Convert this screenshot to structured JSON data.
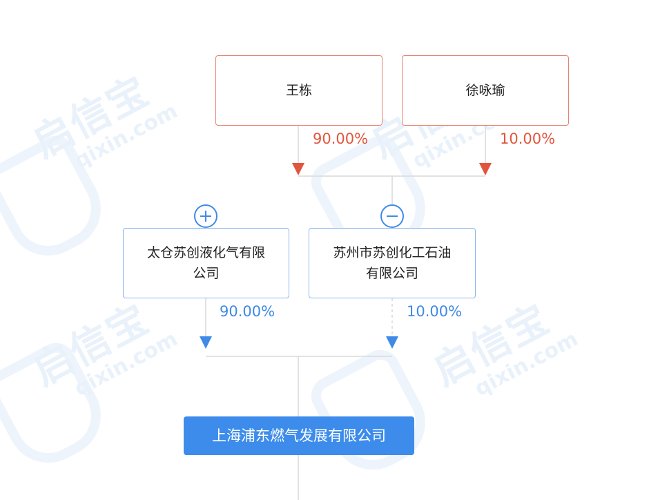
{
  "watermark": {
    "brand_cn": "启信宝",
    "brand_en": "qixin.com"
  },
  "shareholders": [
    {
      "name": "王栋",
      "percent": "90.00%"
    },
    {
      "name": "徐咏瑜",
      "percent": "10.00%"
    }
  ],
  "intermediate_companies": [
    {
      "name_line1": "太仓苏创液化气有限",
      "name_line2": "公司",
      "percent": "90.00%",
      "toggle": "expand"
    },
    {
      "name_line1": "苏州市苏创化工石油",
      "name_line2": "有限公司",
      "percent": "10.00%",
      "toggle": "collapse"
    }
  ],
  "target_company": {
    "name": "上海浦东燃气发展有限公司"
  },
  "icons": {
    "expand": "plus-circle-icon",
    "collapse": "minus-circle-icon"
  },
  "colors": {
    "person_border": "#e8806e",
    "person_arrow": "#e2553d",
    "company_border": "#8ab6ef",
    "company_arrow": "#3e8ae6",
    "target_bg": "#3d8ceb"
  }
}
